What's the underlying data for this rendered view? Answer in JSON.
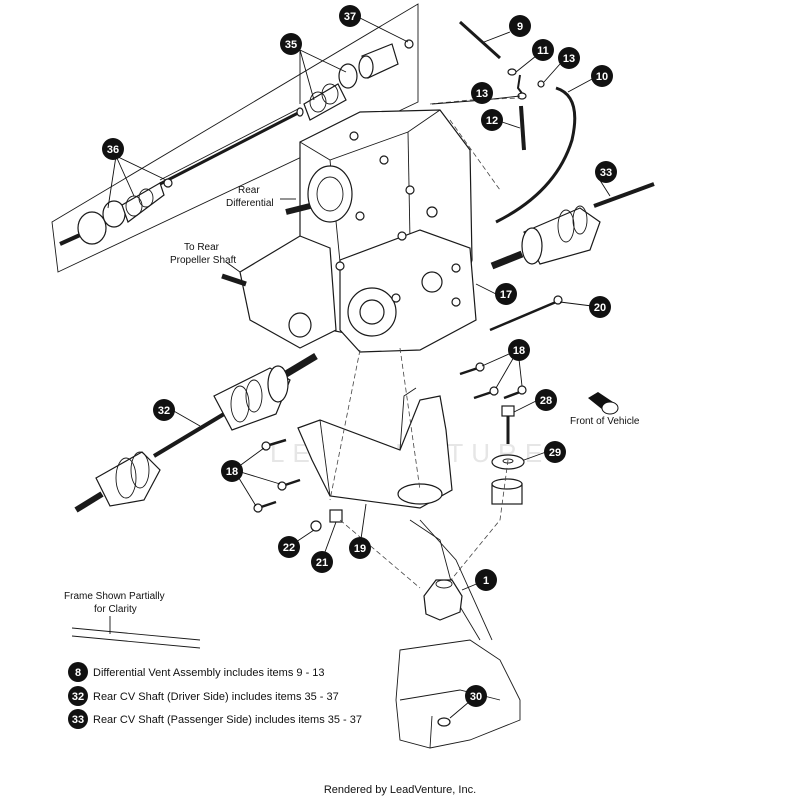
{
  "callouts": [
    {
      "id": "c37",
      "number": "37"
    },
    {
      "id": "c35",
      "number": "35"
    },
    {
      "id": "c36",
      "number": "36"
    },
    {
      "id": "c9",
      "number": "9"
    },
    {
      "id": "c11",
      "number": "11"
    },
    {
      "id": "c13a",
      "number": "13"
    },
    {
      "id": "c13b",
      "number": "13"
    },
    {
      "id": "c10",
      "number": "10"
    },
    {
      "id": "c12",
      "number": "12"
    },
    {
      "id": "c33",
      "number": "33"
    },
    {
      "id": "c17",
      "number": "17"
    },
    {
      "id": "c20",
      "number": "20"
    },
    {
      "id": "c18a",
      "number": "18"
    },
    {
      "id": "c28",
      "number": "28"
    },
    {
      "id": "c32",
      "number": "32"
    },
    {
      "id": "c29",
      "number": "29"
    },
    {
      "id": "c18b",
      "number": "18"
    },
    {
      "id": "c22",
      "number": "22"
    },
    {
      "id": "c21",
      "number": "21"
    },
    {
      "id": "c19",
      "number": "19"
    },
    {
      "id": "c1",
      "number": "1"
    },
    {
      "id": "c30",
      "number": "30"
    }
  ],
  "labels": {
    "rear_differential_line1": "Rear",
    "rear_differential_line2": "Differential",
    "rear_propeller_line1": "To Rear",
    "rear_propeller_line2": "Propeller Shaft",
    "front_of_vehicle": "Front of Vehicle",
    "frame_note_line1": "Frame Shown Partially",
    "frame_note_line2": "for Clarity"
  },
  "legend": [
    {
      "number": "8",
      "text": "Differential Vent Assembly includes items 9 - 13"
    },
    {
      "number": "32",
      "text": "Rear CV Shaft (Driver Side) includes items 35 - 37"
    },
    {
      "number": "33",
      "text": "Rear CV Shaft (Passenger Side) includes items 35 - 37"
    }
  ],
  "watermark": "LEADVENTURE",
  "footer": "Rendered by LeadVenture, Inc."
}
